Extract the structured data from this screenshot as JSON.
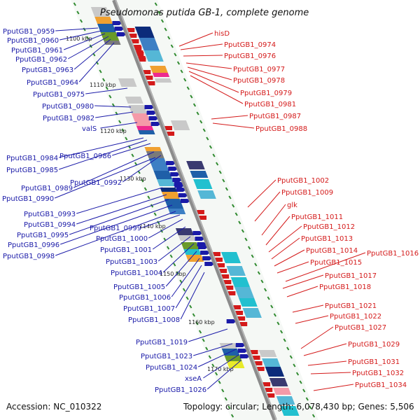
{
  "title": "Pseudomonas putida GB-1, complete genome",
  "accession": "Accession: NC_010322",
  "topology": "Topology: circular; Length: 6,078,430 bp; Genes: 5,506",
  "colors": {
    "forward": "#1a1aa8",
    "reverse": "#d41a1a",
    "backbone": "#8c8c8c",
    "tick": "#2f8a2f"
  },
  "scale_labels": [
    "1100 kbp",
    "1110 kbp",
    "1120 kbp",
    "1130 kbp",
    "1140 kbp",
    "1150 kbp",
    "1160 kbp",
    "1170 kbp"
  ],
  "left_labels": [
    "PputGB1_0959",
    "PputGB1_0960",
    "PputGB1_0961",
    "PputGB1_0962",
    "PputGB1_0963",
    "PputGB1_0964",
    "PputGB1_0975",
    "PputGB1_0980",
    "PputGB1_0982",
    "valS",
    "PputGB1_0984",
    "PputGB1_0986",
    "PputGB1_0985",
    "PputGB1_0989",
    "PputGB1_0992",
    "PputGB1_0990",
    "PputGB1_0993",
    "PputGB1_0994",
    "PputGB1_0995",
    "PputGB1_0999",
    "PputGB1_1000",
    "PputGB1_0996",
    "PputGB1_1001",
    "PputGB1_0998",
    "PputGB1_1003",
    "PputGB1_1004",
    "PputGB1_1005",
    "PputGB1_1006",
    "PputGB1_1007",
    "PputGB1_1008",
    "PputGB1_1019",
    "PputGB1_1023",
    "PputGB1_1024",
    "xseA",
    "PputGB1_1026"
  ],
  "right_labels": [
    "hisD",
    "PputGB1_0974",
    "PputGB1_0976",
    "PputGB1_0977",
    "PputGB1_0978",
    "PputGB1_0979",
    "PputGB1_0981",
    "PputGB1_0987",
    "PputGB1_0988",
    "PputGB1_1002",
    "PputGB1_1009",
    "glk",
    "PputGB1_1011",
    "PputGB1_1012",
    "PputGB1_1013",
    "PputGB1_1014",
    "PputGB1_1016",
    "PputGB1_1015",
    "PputGB1_1017",
    "PputGB1_1018",
    "PputGB1_1021",
    "PputGB1_1022",
    "PputGB1_1027",
    "PputGB1_1029",
    "PputGB1_1031",
    "PputGB1_1032",
    "PputGB1_1034"
  ]
}
